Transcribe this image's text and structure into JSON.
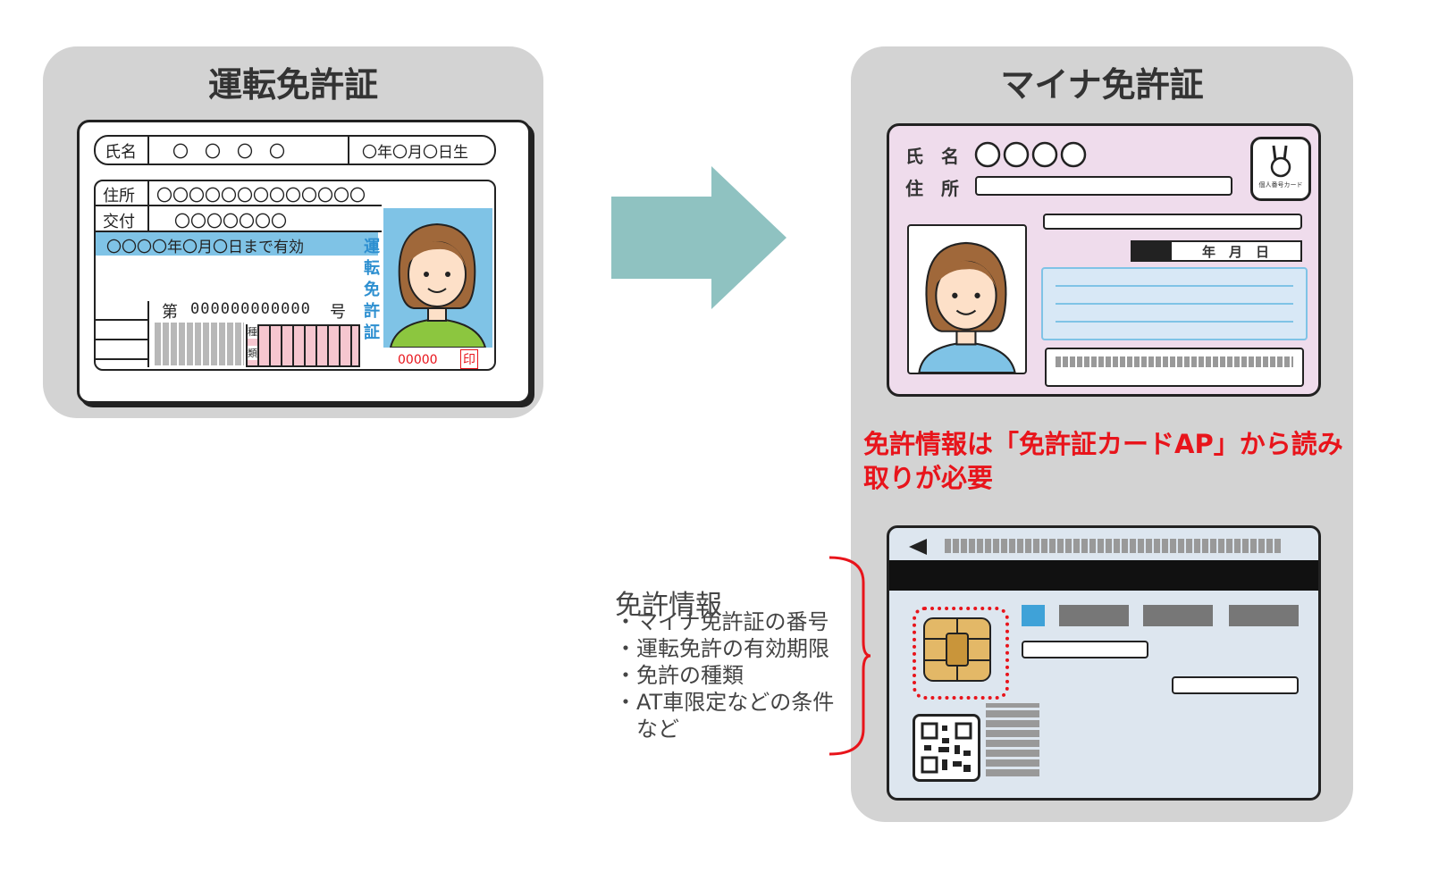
{
  "left_panel": {
    "title": "運転免許証",
    "card": {
      "name_label": "氏名",
      "name_value": "〇　〇　〇　〇",
      "birth": "〇年〇月〇日生",
      "address_label": "住所",
      "address_value": "〇〇〇〇〇〇〇〇〇〇〇〇〇",
      "issue_label": "交付",
      "issue_value": "〇〇〇〇〇〇〇",
      "valid_until": "〇〇〇〇年〇月〇日まで有効",
      "number_prefix": "第",
      "number_value": "000000000000",
      "number_suffix": "号",
      "vertical_title": [
        "運",
        "転",
        "免",
        "許",
        "証"
      ],
      "type_label_1": "種",
      "type_label_2": "類",
      "bottom_number": "00000",
      "seal": "印"
    }
  },
  "right_panel": {
    "title": "マイナ免許証",
    "card_front": {
      "name_label": "氏　名",
      "address_label": "住　所",
      "date_labels": "年　月　日",
      "logo_text": "個人番号カード"
    },
    "note": "免許情報は「免許証カードAP」から読み取りが必要"
  },
  "info": {
    "title": "免許情報",
    "items": [
      "・マイナ免許証の番号",
      "・運転免許の有効期限",
      "・免許の種類",
      "・AT車限定などの条件",
      "　など"
    ]
  },
  "colors": {
    "panel_bg": "#d3d3d3",
    "arrow": "#8fc2c1",
    "accent_red": "#e8141b",
    "license_blue": "#7fc3e6",
    "mynumber_pink": "#efdcec",
    "card_back_blue": "#dde6ef"
  },
  "icons": [
    "arrow-right-icon",
    "person-portrait-icon",
    "ic-chip-icon",
    "qr-code-icon",
    "rabbit-logo-icon",
    "triangle-left-icon"
  ]
}
